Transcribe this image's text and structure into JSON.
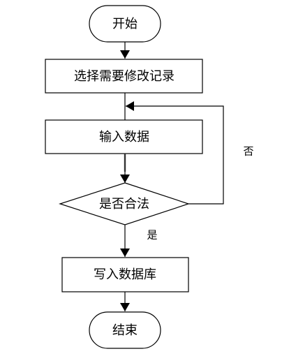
{
  "nodes": {
    "start": "开始",
    "select": "选择需要修改记录",
    "input": "输入数据",
    "check": "是否合法",
    "write": "写入数据库",
    "end": "结束"
  },
  "edges": {
    "yes": "是",
    "no": "否"
  }
}
